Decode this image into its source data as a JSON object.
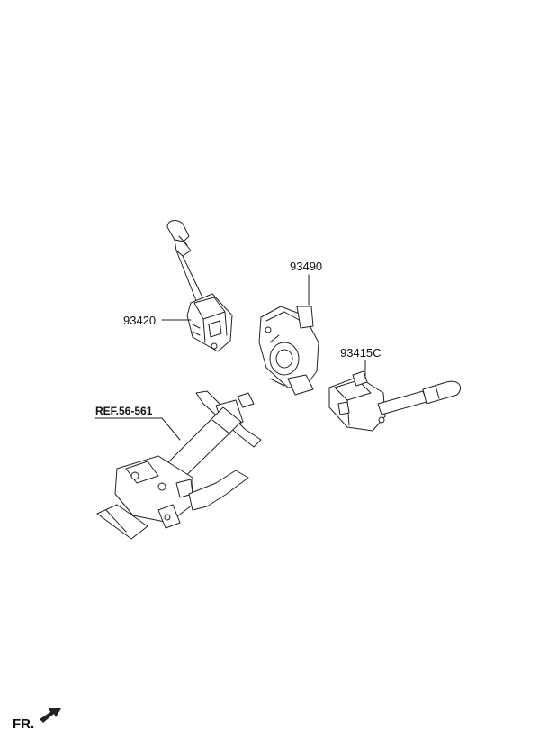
{
  "labels": {
    "part_93420": "93420",
    "part_93490": "93490",
    "part_93415c": "93415C",
    "ref": "REF.56-561",
    "front": "FR."
  },
  "colors": {
    "line": "#222222",
    "background": "#ffffff"
  },
  "icons": {
    "front_arrow": "arrow-icon"
  }
}
